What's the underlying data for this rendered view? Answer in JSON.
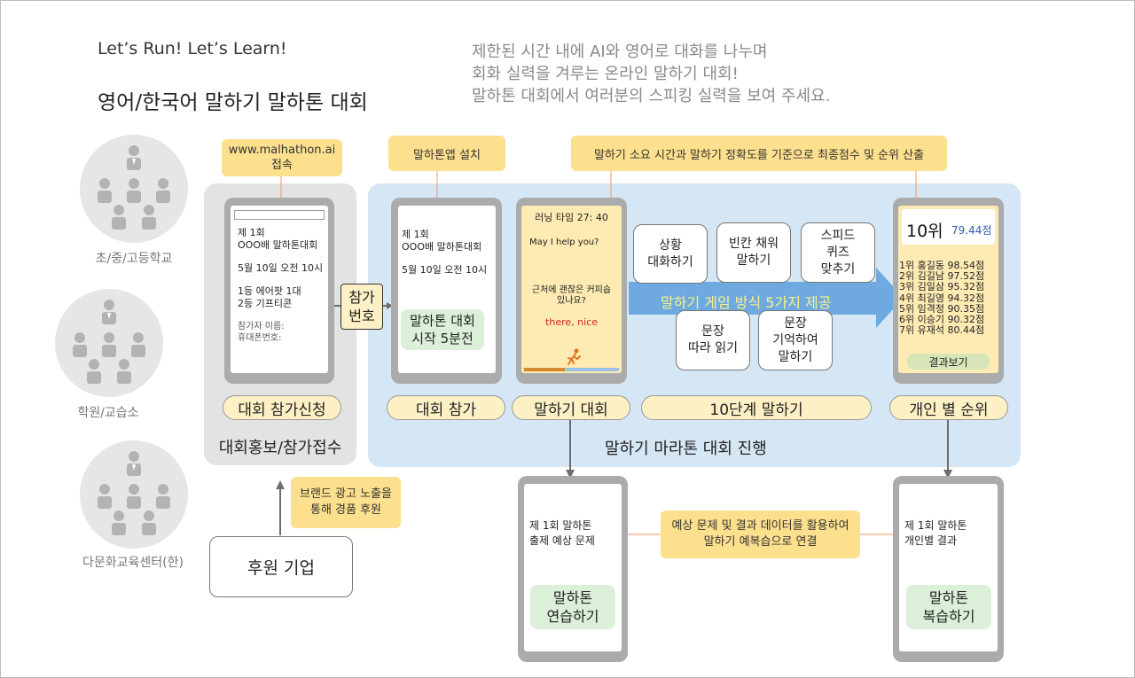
{
  "header": {
    "title_en": "Let’s Run! Let’s Learn!",
    "title_ko": "영어/한국어 말하기 말하톤 대회",
    "intro": [
      "제한된 시간 내에 AI와 영어로 대화를 나누며",
      "회화 실력을 겨루는 온라인 말하기 대회!",
      "말하톤 대회에서 여러분의 스피킹 실력을 보여 주세요."
    ]
  },
  "groups": [
    {
      "label": "초/중/고등학교"
    },
    {
      "label": "학원/교습소"
    },
    {
      "label": "다문화교육센터(한)"
    }
  ],
  "notes": {
    "website": [
      "www.malhathon.ai",
      "접속"
    ],
    "app_install": "말하톤앱 설치",
    "scoring": "말하기 소요 시간과 말하기 정확도를 기준으로 최종점수 및 순위 산출",
    "sponsor_benefit": [
      "브랜드 광고 노출을",
      "통해 경품 후원"
    ],
    "review_link": [
      "예상 문제 및 결과 데이터를 활용하여",
      "말하기 예복습으로 연결"
    ]
  },
  "phone1": {
    "line1": "제 1회",
    "line2": "OOO배 말하톤대회",
    "date": "5월 10일 오전 10시",
    "prize1": "1등 에어팟 1대",
    "prize2": "2등 기프티콘",
    "field1": "참가자 이름:",
    "field2": "휴대폰번호:"
  },
  "join_button": [
    "참가",
    "번호"
  ],
  "phone2": {
    "line1": "제 1회",
    "line2": "OOO배 말하톤대회",
    "date": "5월 10일 오전 10시",
    "start_btn": [
      "말하톤 대회",
      "시작 5분전"
    ]
  },
  "phone3": {
    "timer": "러닝 타임 27: 40",
    "prompt": "May I help you?",
    "question": [
      "근처에 괜찮은 커피숍",
      "있나요?"
    ],
    "answer": "there, nice"
  },
  "methods": {
    "m1": [
      "상황",
      "대화하기"
    ],
    "m2": [
      "빈칸 채워",
      "말하기"
    ],
    "m3": [
      "스피드",
      "퀴즈",
      "맞추기"
    ],
    "m4": [
      "문장",
      "따라 읽기"
    ],
    "m5": [
      "문장",
      "기억하여",
      "말하기"
    ],
    "arrow_text": "말하기 게임 방식 5가지 제공"
  },
  "phone4": {
    "rank": "10위",
    "score": "79.44점",
    "ranking": [
      "1위 홍길동 98.54점",
      "2위 김길남 97.52점",
      "3위 김일삼 95.32점",
      "4위 최길영 94.32점",
      "5위 임격정 90.35점",
      "6위 이승기 90.32점",
      "7위 유재석 80.44점"
    ],
    "result_btn": "결과보기"
  },
  "pills": {
    "apply": "대회 참가신청",
    "join": "대회 참가",
    "contest": "말하기 대회",
    "ten_steps": "10단계 말하기",
    "ranking": "개인 별 순위"
  },
  "section_labels": {
    "promo": "대회홍보/참가접수",
    "marathon": "말하기 마라톤 대회 진행"
  },
  "sponsor": "후원 기업",
  "phone5": {
    "title": [
      "제 1회 말하톤",
      "출제 예상 문제"
    ],
    "btn": [
      "말하톤",
      "연습하기"
    ]
  },
  "phone6": {
    "title": [
      "제 1회 말하톤",
      "개인별 결과"
    ],
    "btn": [
      "말하톤",
      "복습하기"
    ]
  },
  "colors": {
    "note": "#fce08d",
    "pill": "#fdf0c4",
    "panel_blue": "#d5e6f5",
    "panel_gray": "#e3e3e3",
    "arrow": "#5c9fdb",
    "green_button": "#dcefd9",
    "score_blue": "#2d5aa8",
    "answer_red": "#d22828"
  }
}
